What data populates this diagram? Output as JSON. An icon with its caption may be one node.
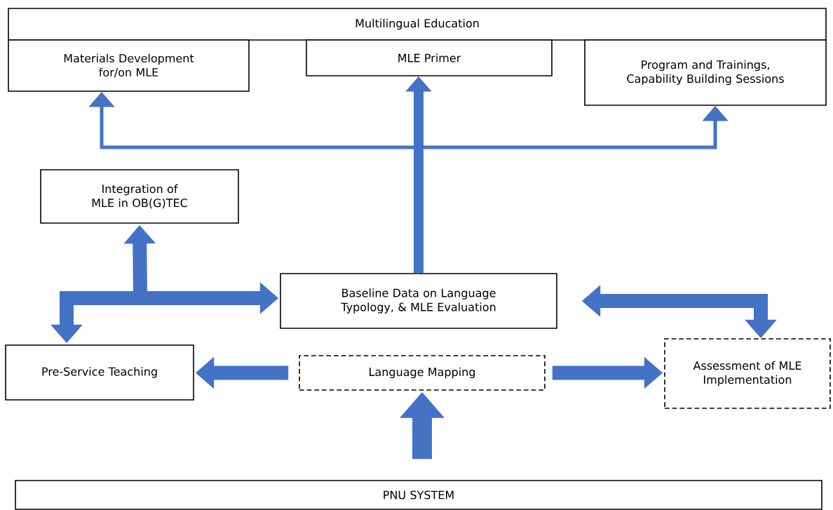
{
  "diagram": {
    "nodes": [
      {
        "text": [
          "Multilingual Education"
        ]
      },
      {
        "text": [
          "Materials Development for/on MLE"
        ]
      },
      {
        "text": [
          "MLE Primer"
        ]
      },
      {
        "text": [
          "Program and Trainings, Capability Building Sessions"
        ]
      },
      {
        "text": [
          "Integration of MLE in OB(G)TEC"
        ]
      },
      {
        "text": [
          "Baseline Data on Language Typology, & MLE Evaluation"
        ]
      },
      {
        "text": [
          "Pre-Service Teaching"
        ]
      },
      {
        "text": [
          "Language Mapping"
        ]
      },
      {
        "text": [
          "Assessment of MLE Implementation"
        ]
      },
      {
        "text": [
          "PNU SYSTEM"
        ]
      }
    ],
    "edges": [
      {
        "from": 5,
        "to": 1,
        "arrow": "to"
      },
      {
        "from": 5,
        "to": 2,
        "arrow": "to"
      },
      {
        "from": 5,
        "to": 3,
        "arrow": "to"
      },
      {
        "from": null,
        "to": 4,
        "arrow": "to"
      },
      {
        "from": null,
        "to": 5,
        "arrow": "to"
      },
      {
        "from": null,
        "to": 6,
        "arrow": "to"
      },
      {
        "from": 5,
        "to": 8,
        "arrow": "both"
      },
      {
        "from": 7,
        "to": 6,
        "arrow": "to"
      },
      {
        "from": 7,
        "to": 8,
        "arrow": "to"
      },
      {
        "from": 9,
        "to": 7,
        "arrow": "to"
      }
    ]
  }
}
